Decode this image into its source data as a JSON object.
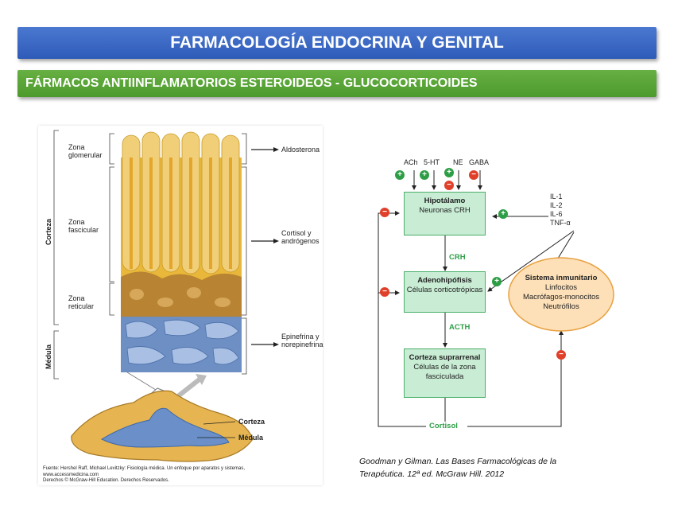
{
  "header": {
    "title": "FARMACOLOGÍA ENDOCRINA Y GENITAL",
    "subtitle": "FÁRMACOS ANTIINFLAMATORIOS ESTEROIDEOS - GLUCOCORTICOIDES"
  },
  "left_figure": {
    "region_corteza": "Corteza",
    "region_medula": "Médula",
    "zone_glomerular": "Zona glomerular",
    "zone_fascicular": "Zona fascicular",
    "zone_reticular": "Zona reticular",
    "out_aldosterona": "Aldosterona",
    "out_cortisol": "Cortisol y andrógenos",
    "out_epinefrina": "Epinefrina y norepinefrina",
    "gland_corteza": "Corteza",
    "gland_medula": "Médula",
    "credit_line1": "Fuente: Hershel Raff, Michael Levitzky: Fisiología médica. Un enfoque por aparatos y sistemas,",
    "credit_line2": "www.accessmedicina.com",
    "credit_line3": "Derechos © McGraw-Hill Education. Derechos Reservados."
  },
  "right_diagram": {
    "inputs": [
      "ACh",
      "5-HT",
      "NE",
      "GABA"
    ],
    "hipotalamo_title": "Hipotálamo",
    "hipotalamo_sub": "Neuronas CRH",
    "crh": "CRH",
    "adeno_title": "Adenohipófisis",
    "adeno_sub": "Células corticotrópicas",
    "acth": "ACTH",
    "corteza_title": "Corteza suprarrenal",
    "corteza_sub": "Células de la zona fasciculada",
    "cortisol": "Cortisol",
    "immune_title": "Sistema inmunitario",
    "immune_items": [
      "Linfocitos",
      "Macrófagos-monocitos",
      "Neutrófilos"
    ],
    "cytokines": [
      "IL-1",
      "IL-2",
      "IL-6",
      "TNF-α"
    ],
    "plus": "+",
    "minus": "−",
    "colors": {
      "plus": "#2e9e46",
      "minus": "#e0402a",
      "box": "#c8ecd4",
      "ellipse": "#fde0b8"
    }
  },
  "reference": {
    "line1": "Goodman y Gilman. Las Bases Farmacológicas de la",
    "line2": "Terapéutica. 12ª ed. McGraw Hill. 2012"
  }
}
